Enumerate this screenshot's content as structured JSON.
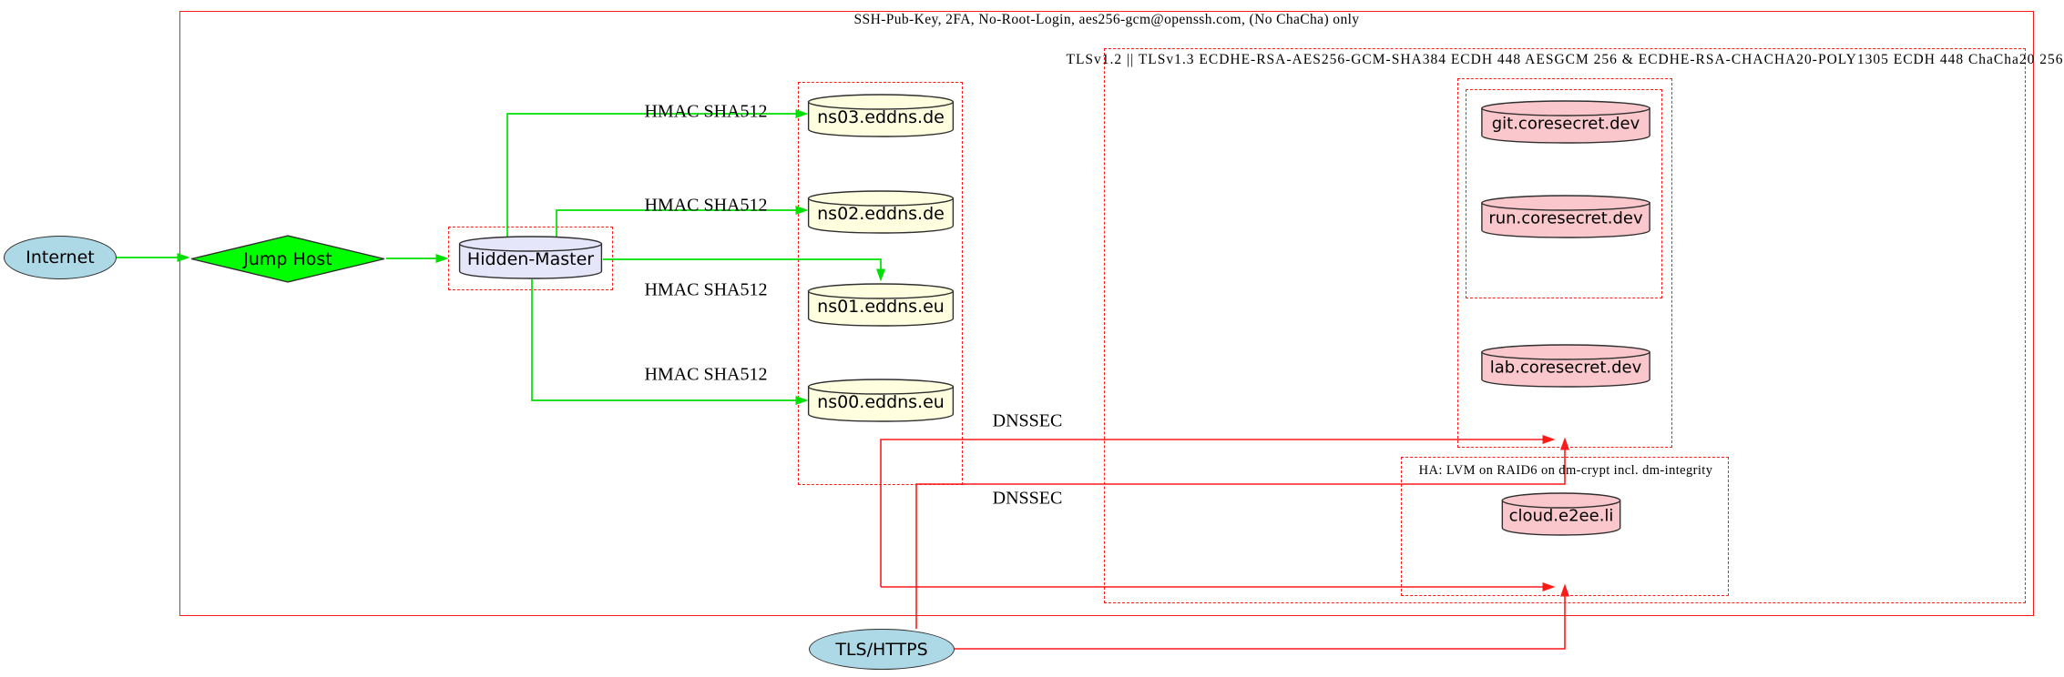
{
  "clusters": {
    "ssh_label": "SSH-Pub-Key, 2FA, No-Root-Login, aes256-gcm@openssh.com, (No ChaCha) only",
    "tls_label": "TLSv1.2 || TLSv1.3 ECDHE-RSA-AES256-GCM-SHA384 ECDH 448 AESGCM 256 & ECDHE-RSA-CHACHA20-POLY1305 ECDH 448 ChaCha20 256",
    "ha_label": "HA: LVM on RAID6 on dm-crypt incl. dm-integrity"
  },
  "nodes": {
    "internet": "Internet",
    "jump_host": "Jump Host",
    "hidden_master": "Hidden-Master",
    "ns03": "ns03.eddns.de",
    "ns02": "ns02.eddns.de",
    "ns01": "ns01.eddns.eu",
    "ns00": "ns00.eddns.eu",
    "git": "git.coresecret.dev",
    "run": "run.coresecret.dev",
    "lab": "lab.coresecret.dev",
    "cloud": "cloud.e2ee.li",
    "tls_https": "TLS/HTTPS"
  },
  "edge_labels": {
    "hmac_ns03": "HMAC SHA512",
    "hmac_ns02": "HMAC SHA512",
    "hmac_ns01": "HMAC SHA512",
    "hmac_ns00": "HMAC SHA512",
    "dnssec_web": "DNSSEC",
    "dnssec_ha": "DNSSEC"
  },
  "colors": {
    "internet_fill": "#add8e6",
    "jump_host_fill": "#00ff00",
    "dns_server_fill": "#ffffe0",
    "hidden_master_fill": "#e6e6fa",
    "web_server_fill": "#fac8cc",
    "green_edge": "#00e000",
    "red_edge": "#ff1a1a"
  }
}
